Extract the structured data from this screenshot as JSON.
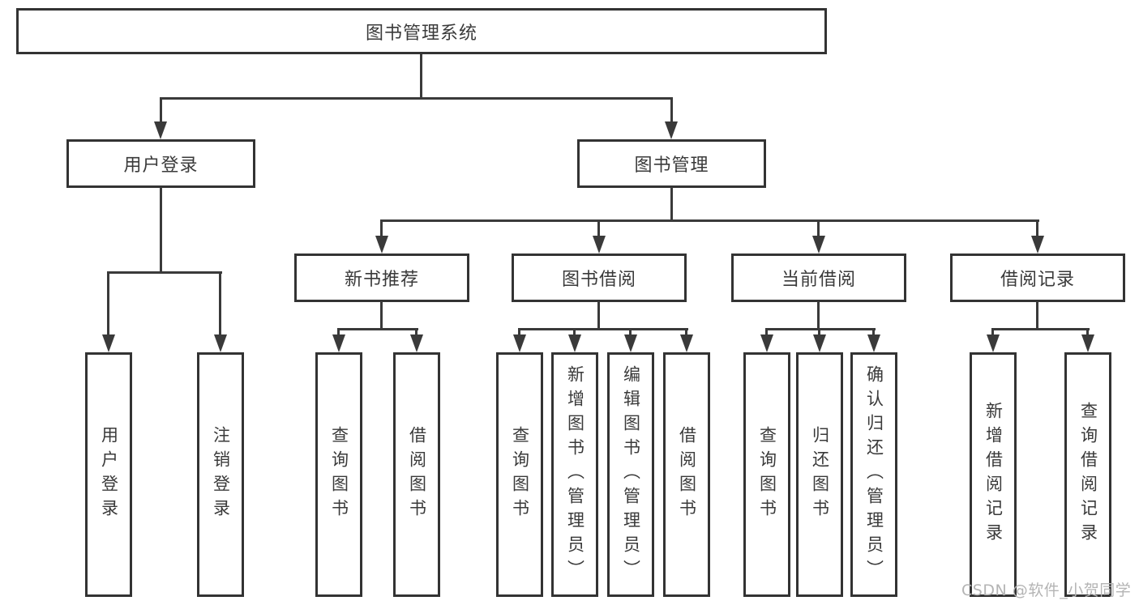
{
  "diagram": {
    "type": "hierarchy-tree",
    "title": "图书管理系统",
    "colors": {
      "background": "#ffffff",
      "box_border": "#333333",
      "connector_line": "#3a3a3a",
      "text": "#3a3a3a",
      "watermark": "#b4b4b4"
    },
    "nodes": {
      "root": "图书管理系统",
      "level2": [
        "用户登录",
        "图书管理"
      ],
      "level3": [
        "新书推荐",
        "图书借阅",
        "当前借阅",
        "借阅记录"
      ],
      "leaves_user_login": [
        "用户登录",
        "注销登录"
      ],
      "leaves_new_book": [
        "查询图书",
        "借阅图书"
      ],
      "leaves_book_borrow": [
        "查询图书",
        "新增图书（管理员）",
        "编辑图书（管理员）",
        "借阅图书"
      ],
      "leaves_current_borrow": [
        "查询图书",
        "归还图书",
        "确认归还（管理员）"
      ],
      "leaves_borrow_records": [
        "新增借阅记录",
        "查询借阅记录"
      ]
    },
    "watermark": "CSDN @软件_小贺同学"
  }
}
